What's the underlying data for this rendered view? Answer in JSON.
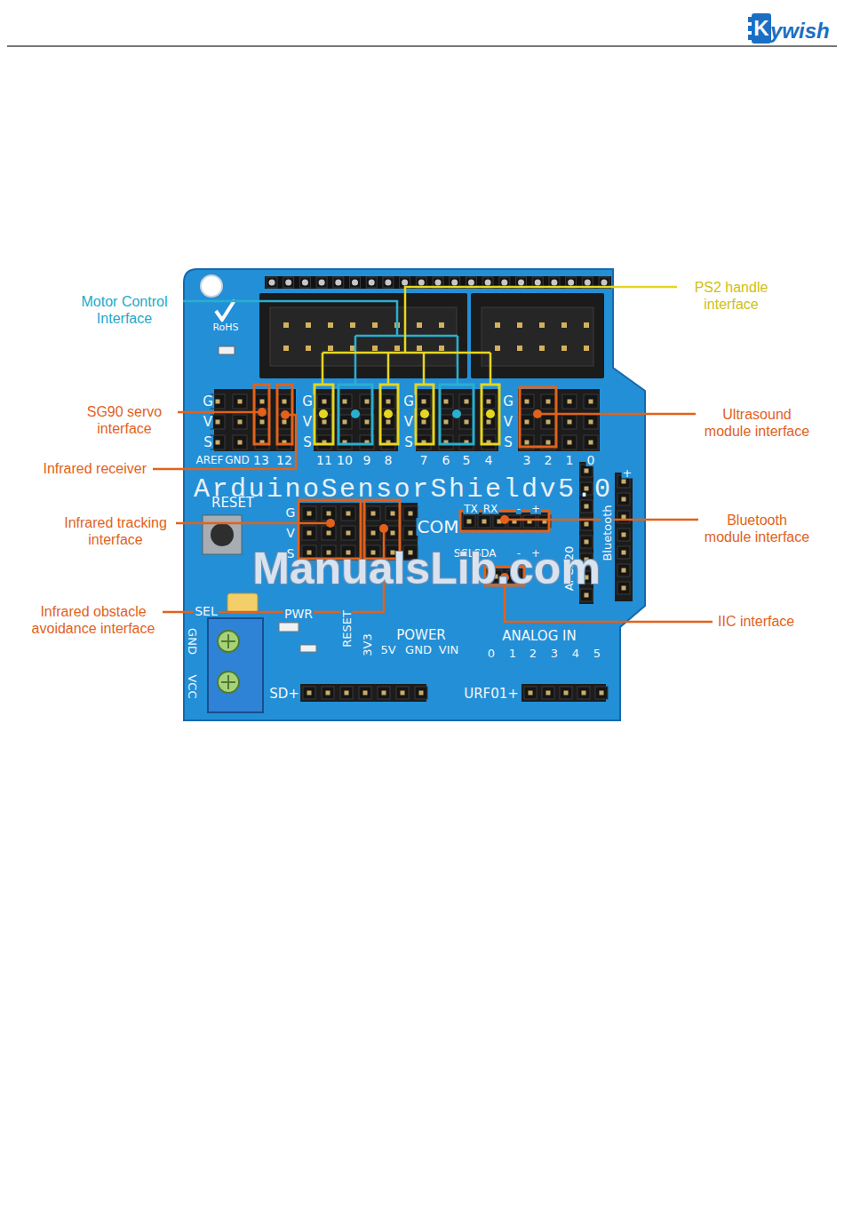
{
  "diagram": {
    "labels": [
      "K",
      "ywish",
      "PS2 handle interface",
      "Motor Control Interface",
      "RoHS",
      "G",
      "V",
      "S",
      "G",
      "V",
      "S",
      "G",
      "V",
      "S",
      "G",
      "V",
      "S",
      "SG90 servo interface",
      "Ultrasound module interface",
      "AREF",
      "GND",
      "13",
      "12",
      "11",
      "10",
      "9",
      "8",
      "7",
      "6",
      "5",
      "4",
      "3",
      "2",
      "1",
      "0",
      "Infrared receiver",
      "ArduinoSensorShieldv5.0",
      "RESET",
      "G",
      "V",
      "S",
      "TX",
      "RX",
      "-",
      "+",
      "COM",
      "Infrared tracking interface",
      "Bluetooth module interface",
      "SCL",
      "SDA",
      "-",
      "+",
      "APC220",
      "Bluetooth",
      "+",
      "ManualsLib.com",
      "SEL",
      "PWR",
      "Infrared obstacle avoidance interface",
      "IIC interface",
      "RESET",
      "3V3",
      "POWER",
      "ANALOG IN",
      "5V",
      "GND",
      "VIN",
      "0",
      "1",
      "2",
      "3",
      "4",
      "5",
      "GND",
      "VCC",
      "SD+",
      "URF01+"
    ]
  }
}
